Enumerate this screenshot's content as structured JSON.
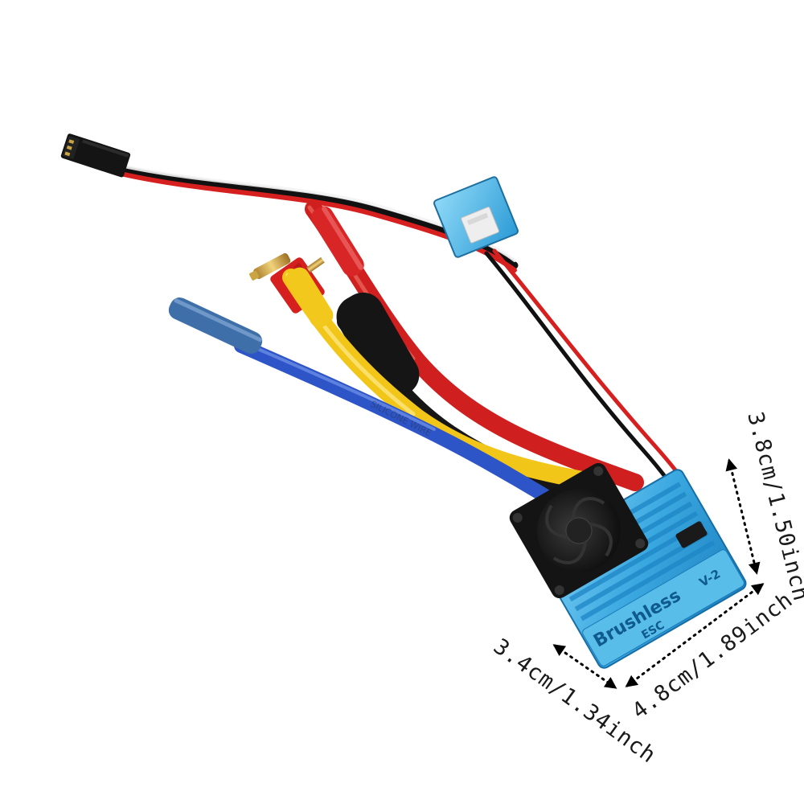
{
  "product": {
    "label_brushless": "Brushless",
    "label_esc": "ESC",
    "label_version": "V-2"
  },
  "dimensions": {
    "height": "3.8cm/1.50inch",
    "length": "4.8cm/1.89inch",
    "width": "3.4cm/1.34inch"
  },
  "colors": {
    "esc_body": "#3aa8e0",
    "arrow": "#000000"
  }
}
